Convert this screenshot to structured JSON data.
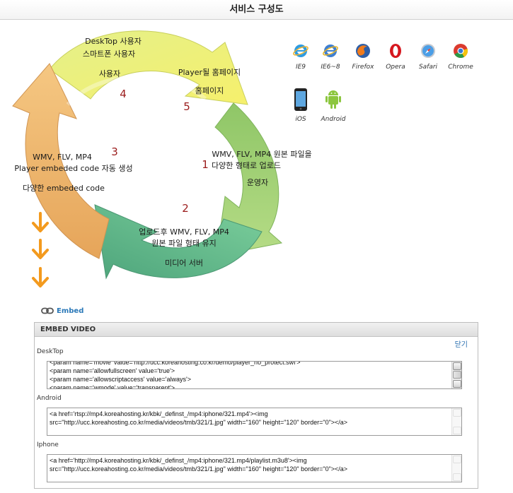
{
  "header": {
    "title": "서비스 구성도"
  },
  "cycle": {
    "step1": {
      "number": "1",
      "label_line1": "WMV, FLV, MP4 원본 파일을",
      "label_line2": "다양한 형태로 업로드",
      "actor": "운영자"
    },
    "step2": {
      "number": "2",
      "label_line1": "업로드후 WMV, FLV, MP4",
      "label_line2": "원본 파일 형태 유지",
      "actor": "미디어 서버"
    },
    "step3": {
      "number": "3",
      "label_line1": "WMV, FLV, MP4",
      "label_line2": "Player embeded code 자동 생성",
      "actor": "다양한 embeded code"
    },
    "step4": {
      "number": "4",
      "label_line1": "DeskTop 사용자",
      "label_line2": "스마트폰 사용자",
      "actor": "사용자"
    },
    "step5": {
      "number": "5",
      "label_line1": "Player될 홈페이지",
      "actor": "홈페이지"
    }
  },
  "browsers": [
    {
      "name": "IE9",
      "icon": "ie-icon"
    },
    {
      "name": "IE6~8",
      "icon": "ie-icon"
    },
    {
      "name": "Firefox",
      "icon": "firefox-icon"
    },
    {
      "name": "Opera",
      "icon": "opera-icon"
    },
    {
      "name": "Safari",
      "icon": "safari-icon"
    },
    {
      "name": "Chrome",
      "icon": "chrome-icon"
    },
    {
      "name": "iOS",
      "icon": "iphone-icon"
    },
    {
      "name": "Android",
      "icon": "android-icon"
    }
  ],
  "embed_link": {
    "label": "Embed",
    "icon": "link-icon"
  },
  "embed_panel": {
    "title": "EMBED VIDEO",
    "close_label": "닫기",
    "desktop": {
      "label": "DeskTop",
      "lines": [
        "<param name='movie' value='http://ucc.koreahosting.co.kr/demo/player_no_protect.swf'>",
        "<param name='allowfullscreen' value='true'>",
        "<param name='allowscriptaccess' value='always'>",
        "<param name='wmode' value='transparent'>"
      ]
    },
    "android": {
      "label": "Android",
      "lines": [
        "<a href='rtsp://mp4.koreahosting.kr/kbk/_definst_/mp4:iphone/321.mp4'><img",
        "src=\"http://ucc.koreahosting.co.kr/media/videos/tmb/321/1.jpg\" width=\"160\" height=\"120\" border=\"0\"></a>"
      ]
    },
    "iphone": {
      "label": "Iphone",
      "lines": [
        "<a href='http://mp4.koreahosting.kr/kbk/_definst_/mp4:iphone/321.mp4/playlist.m3u8'><img",
        "src=\"http://ucc.koreahosting.co.kr/media/videos/tmb/321/1.jpg\" width=\"160\" height=\"120\" border=\"0\"></a>"
      ]
    }
  },
  "colors": {
    "arrow_orange": "#f2bf73",
    "arrow_yellow": "#eef07a",
    "arrow_lightgreen": "#cfe07a",
    "arrow_green": "#a9d47c",
    "arrow_teal": "#6fc49a",
    "step_number": "#9b1c1c",
    "down_arrow": "#f39a1e",
    "link_blue": "#2a78b8"
  }
}
